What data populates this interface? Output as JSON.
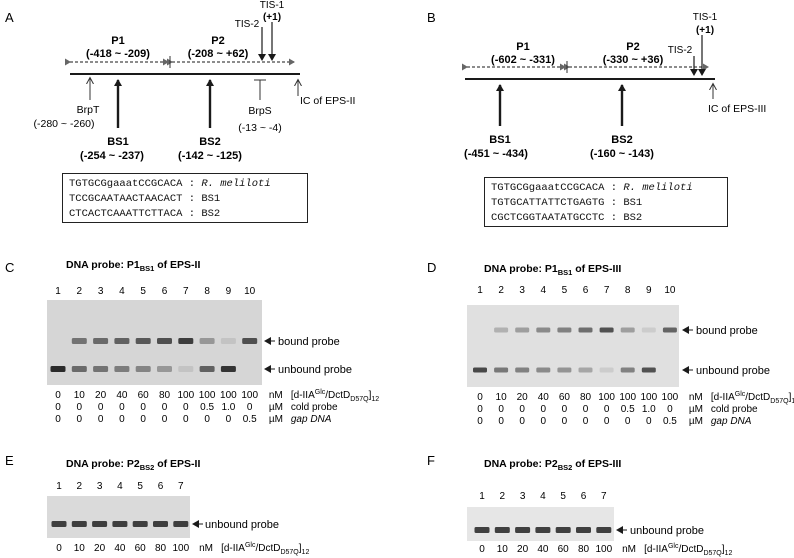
{
  "panelA": {
    "letter": "A",
    "p1": {
      "name": "P1",
      "range": "(-418 ~ -209)"
    },
    "p2": {
      "name": "P2",
      "range": "(-208 ~ +62)"
    },
    "tis2": "TIS-2",
    "tis1": "TIS-1",
    "tis1_pos": "(+1)",
    "brpT": {
      "name": "BrpT",
      "range": "(-280 ~ -260)"
    },
    "brpS": {
      "name": "BrpS",
      "range": "(-13 ~ -4)"
    },
    "ic": "IC of EPS-II",
    "bs1": {
      "name": "BS1",
      "range": "(-254 ~ -237)"
    },
    "bs2": {
      "name": "BS2",
      "range": "(-142 ~ -125)"
    },
    "box": [
      {
        "seq": "TGTGCGgaaatCCGCACA",
        "sep": " : ",
        "label": "R. meliloti",
        "italic": true
      },
      {
        "seq": "TCCGCAATAACTAACACT",
        "sep": " : ",
        "label": "BS1",
        "italic": false
      },
      {
        "seq": "CTCACTCAAATTCTTACA",
        "sep": " : ",
        "label": "BS2",
        "italic": false
      }
    ]
  },
  "panelB": {
    "letter": "B",
    "p1": {
      "name": "P1",
      "range": "(-602 ~ -331)"
    },
    "p2": {
      "name": "P2",
      "range": "(-330 ~ +36)"
    },
    "tis2": "TIS-2",
    "tis1": "TIS-1",
    "tis1_pos": "(+1)",
    "ic": "IC of EPS-III",
    "bs1": {
      "name": "BS1",
      "range": "(-451 ~ -434)"
    },
    "bs2": {
      "name": "BS2",
      "range": "(-160 ~ -143)"
    },
    "box": [
      {
        "seq": "TGTGCGgaaatCCGCACA",
        "sep": " : ",
        "label": "R. meliloti",
        "italic": true
      },
      {
        "seq": "TGTGCATTATTCTGAGTG",
        "sep": " : ",
        "label": "BS1",
        "italic": false
      },
      {
        "seq": "CGCTCGGTAATATGCCTC",
        "sep": " : ",
        "label": "BS2",
        "italic": false
      }
    ]
  },
  "panelC": {
    "letter": "C",
    "title": "DNA  probe: P1",
    "title_sub": "BS1",
    "title_tail": " of EPS-II",
    "lanes": [
      "1",
      "2",
      "3",
      "4",
      "5",
      "6",
      "7",
      "8",
      "9",
      "10"
    ],
    "bound": "bound probe",
    "unbound": "unbound probe",
    "row1": [
      "0",
      "10",
      "20",
      "40",
      "60",
      "80",
      "100",
      "100",
      "100",
      "100"
    ],
    "row1_unit": "nM",
    "row2": [
      "0",
      "0",
      "0",
      "0",
      "0",
      "0",
      "0",
      "0.5",
      "1.0",
      "0"
    ],
    "row2_unit": "µM",
    "row2_label": "cold probe",
    "row3": [
      "0",
      "0",
      "0",
      "0",
      "0",
      "0",
      "0",
      "0",
      "0",
      "0.5"
    ],
    "row3_unit": "µM",
    "row3_label": "gap DNA"
  },
  "panelD": {
    "letter": "D",
    "title": "DNA  probe: P1",
    "title_sub": "BS1",
    "title_tail": " of EPS-III",
    "lanes": [
      "1",
      "2",
      "3",
      "4",
      "5",
      "6",
      "7",
      "8",
      "9",
      "10"
    ],
    "bound": "bound probe",
    "unbound": "unbound probe",
    "row1": [
      "0",
      "10",
      "20",
      "40",
      "60",
      "80",
      "100",
      "100",
      "100",
      "100"
    ],
    "row1_unit": "nM",
    "row2": [
      "0",
      "0",
      "0",
      "0",
      "0",
      "0",
      "0",
      "0.5",
      "1.0",
      "0"
    ],
    "row2_unit": "µM",
    "row2_label": "cold probe",
    "row3": [
      "0",
      "0",
      "0",
      "0",
      "0",
      "0",
      "0",
      "0",
      "0",
      "0.5"
    ],
    "row3_unit": "µM",
    "row3_label": "gap DNA"
  },
  "panelE": {
    "letter": "E",
    "title": "DNA  probe: P2",
    "title_sub": "BS2",
    "title_tail": " of EPS-II",
    "lanes": [
      "1",
      "2",
      "3",
      "4",
      "5",
      "6",
      "7"
    ],
    "unbound": "unbound probe",
    "row1": [
      "0",
      "10",
      "20",
      "40",
      "60",
      "80",
      "100"
    ],
    "row1_unit": "nM"
  },
  "panelF": {
    "letter": "F",
    "title": "DNA  probe: P2",
    "title_sub": "BS2",
    "title_tail": " of EPS-III",
    "lanes": [
      "1",
      "2",
      "3",
      "4",
      "5",
      "6",
      "7"
    ],
    "unbound": "unbound probe",
    "row1": [
      "0",
      "10",
      "20",
      "40",
      "60",
      "80",
      "100"
    ],
    "row1_unit": "nM"
  },
  "protein": {
    "pre": "[d-IIA",
    "sup": "Glc",
    "mid": "/DctD",
    "sub": "D57Q",
    "post": "]",
    "sub2": "12"
  },
  "colors": {
    "line": "#1a1a1a",
    "dotted": "#555555",
    "gel_bg": "#d8d8d8",
    "gel_bg_light": "#e4e4e4",
    "band": "#2a2a2a"
  }
}
